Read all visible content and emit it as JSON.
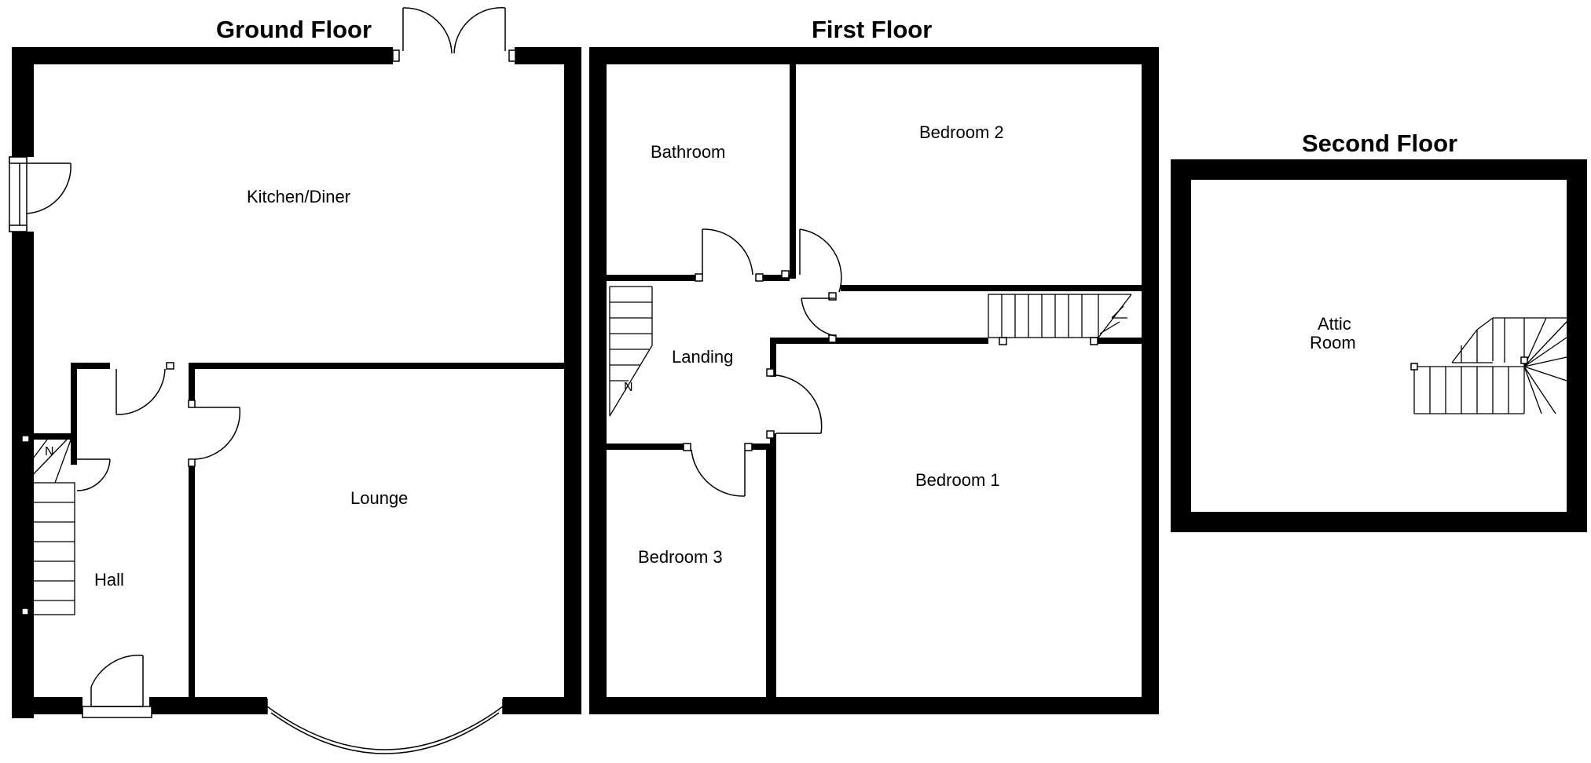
{
  "floors": {
    "ground": {
      "title": "Ground Floor",
      "rooms": {
        "kitchen": "Kitchen/Diner",
        "lounge": "Lounge",
        "hall": "Hall"
      },
      "north_marker": "N"
    },
    "first": {
      "title": "First Floor",
      "rooms": {
        "bathroom": "Bathroom",
        "bedroom2": "Bedroom 2",
        "landing": "Landing",
        "bedroom1": "Bedroom 1",
        "bedroom3": "Bedroom 3"
      },
      "north_marker": "N"
    },
    "second": {
      "title": "Second Floor",
      "rooms": {
        "attic_line1": "Attic",
        "attic_line2": "Room"
      }
    }
  },
  "colors": {
    "wall": "#000000",
    "background": "#ffffff"
  }
}
